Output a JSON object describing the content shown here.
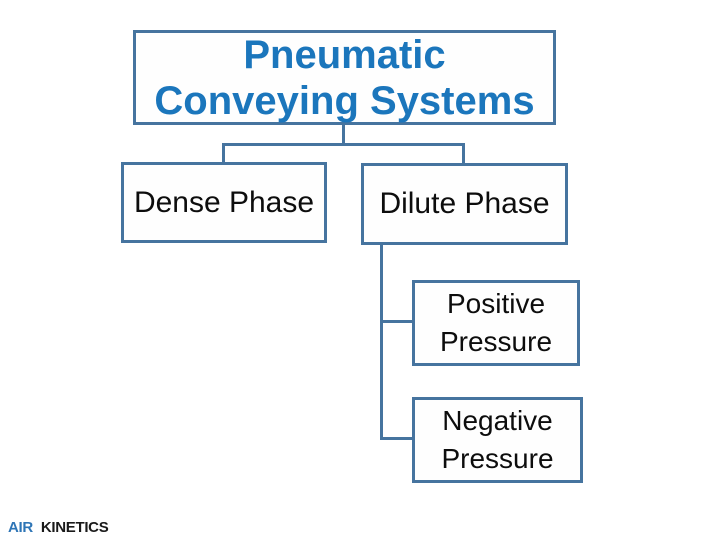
{
  "diagram": {
    "type": "org-hierarchy",
    "nodes": {
      "root": {
        "label": "Pneumatic Conveying Systems",
        "line1": "Pneumatic",
        "line2": "Conveying Systems",
        "children": [
          "dense",
          "dilute"
        ]
      },
      "dense": {
        "label": "Dense Phase",
        "children": []
      },
      "dilute": {
        "label": "Dilute Phase",
        "children": [
          "positive",
          "negative"
        ]
      },
      "positive": {
        "label": "Positive Pressure",
        "line1": "Positive",
        "line2": "Pressure"
      },
      "negative": {
        "label": "Negative Pressure",
        "line1": "Negative",
        "line2": "Pressure"
      }
    }
  },
  "footer": {
    "brand_word1": "AIR",
    "brand_word2": "KINETICS"
  },
  "colors": {
    "background": "#FFFFFF",
    "box_fill": "#FEFEFE",
    "box_border": "#46749F",
    "connector_line": "#46749F",
    "title_text": "#1B76BC",
    "node_text": "#0D0D0D",
    "brand_blue": "#2E75B6",
    "brand_dark": "#1A1A1A"
  }
}
